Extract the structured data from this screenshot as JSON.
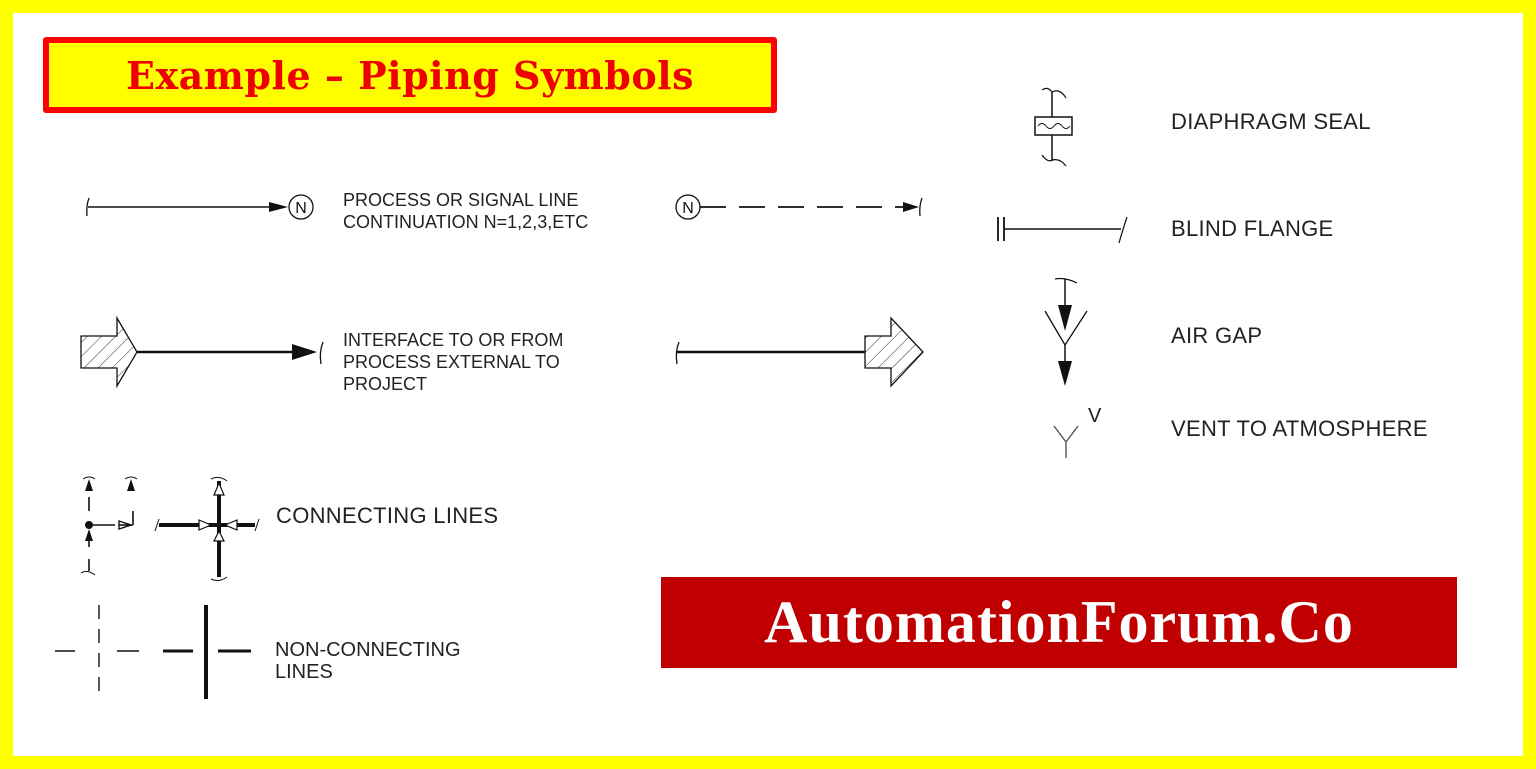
{
  "title": "Example – Piping Symbols",
  "symbols": [
    {
      "id": "process-signal-line-continuation",
      "label_lines": [
        "PROCESS OR SIGNAL LINE",
        "CONTINUATION N=1,2,3,ETC"
      ],
      "marker": "N"
    },
    {
      "id": "interface-external-process",
      "label_lines": [
        "INTERFACE TO OR FROM",
        "PROCESS EXTERNAL TO",
        "PROJECT"
      ]
    },
    {
      "id": "connecting-lines",
      "label": "CONNECTING LINES"
    },
    {
      "id": "non-connecting-lines",
      "label_lines": [
        "NON-CONNECTING",
        "LINES"
      ]
    },
    {
      "id": "diaphragm-seal",
      "label": "DIAPHRAGM SEAL"
    },
    {
      "id": "blind-flange",
      "label": "BLIND FLANGE"
    },
    {
      "id": "air-gap",
      "label": "AIR GAP"
    },
    {
      "id": "vent-to-atmosphere",
      "label": "VENT TO ATMOSPHERE",
      "marker": "V"
    }
  ],
  "labels": {
    "process_signal": "PROCESS OR SIGNAL LINE\nCONTINUATION N=1,2,3,ETC",
    "interface": "INTERFACE TO OR FROM\nPROCESS EXTERNAL TO\nPROJECT",
    "connecting": "CONNECTING LINES",
    "non_connecting": "NON-CONNECTING\nLINES",
    "diaphragm_seal": "DIAPHRAGM SEAL",
    "blind_flange": "BLIND FLANGE",
    "air_gap": "AIR GAP",
    "vent": "VENT TO ATMOSPHERE",
    "n_marker": "N",
    "v_marker": "V"
  },
  "watermark": "AutomationForum.Co",
  "colors": {
    "frame": "#ffff00",
    "title_border": "#ff0000",
    "title_text": "#ee0000",
    "logo_bg": "#c00000",
    "logo_text": "#ffffff",
    "line": "#111111"
  }
}
